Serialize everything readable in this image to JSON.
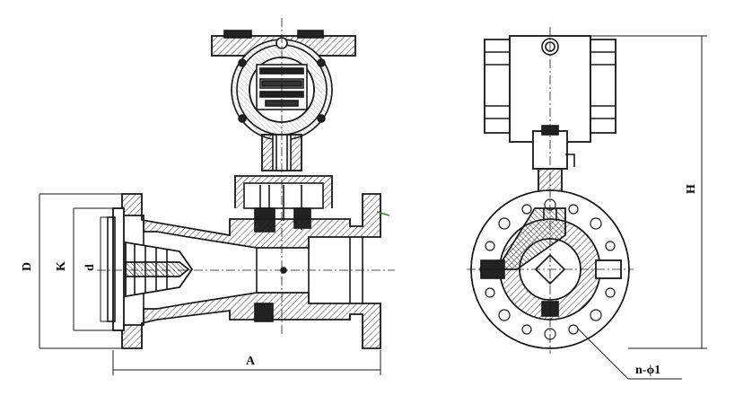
{
  "labels": {
    "D": "D",
    "K": "K",
    "d": "d",
    "A": "A",
    "H": "H",
    "holes": "n-ϕ1"
  },
  "colors": {
    "line": "#1a1a1a",
    "hatch": "#444444",
    "background": "#ffffff"
  }
}
